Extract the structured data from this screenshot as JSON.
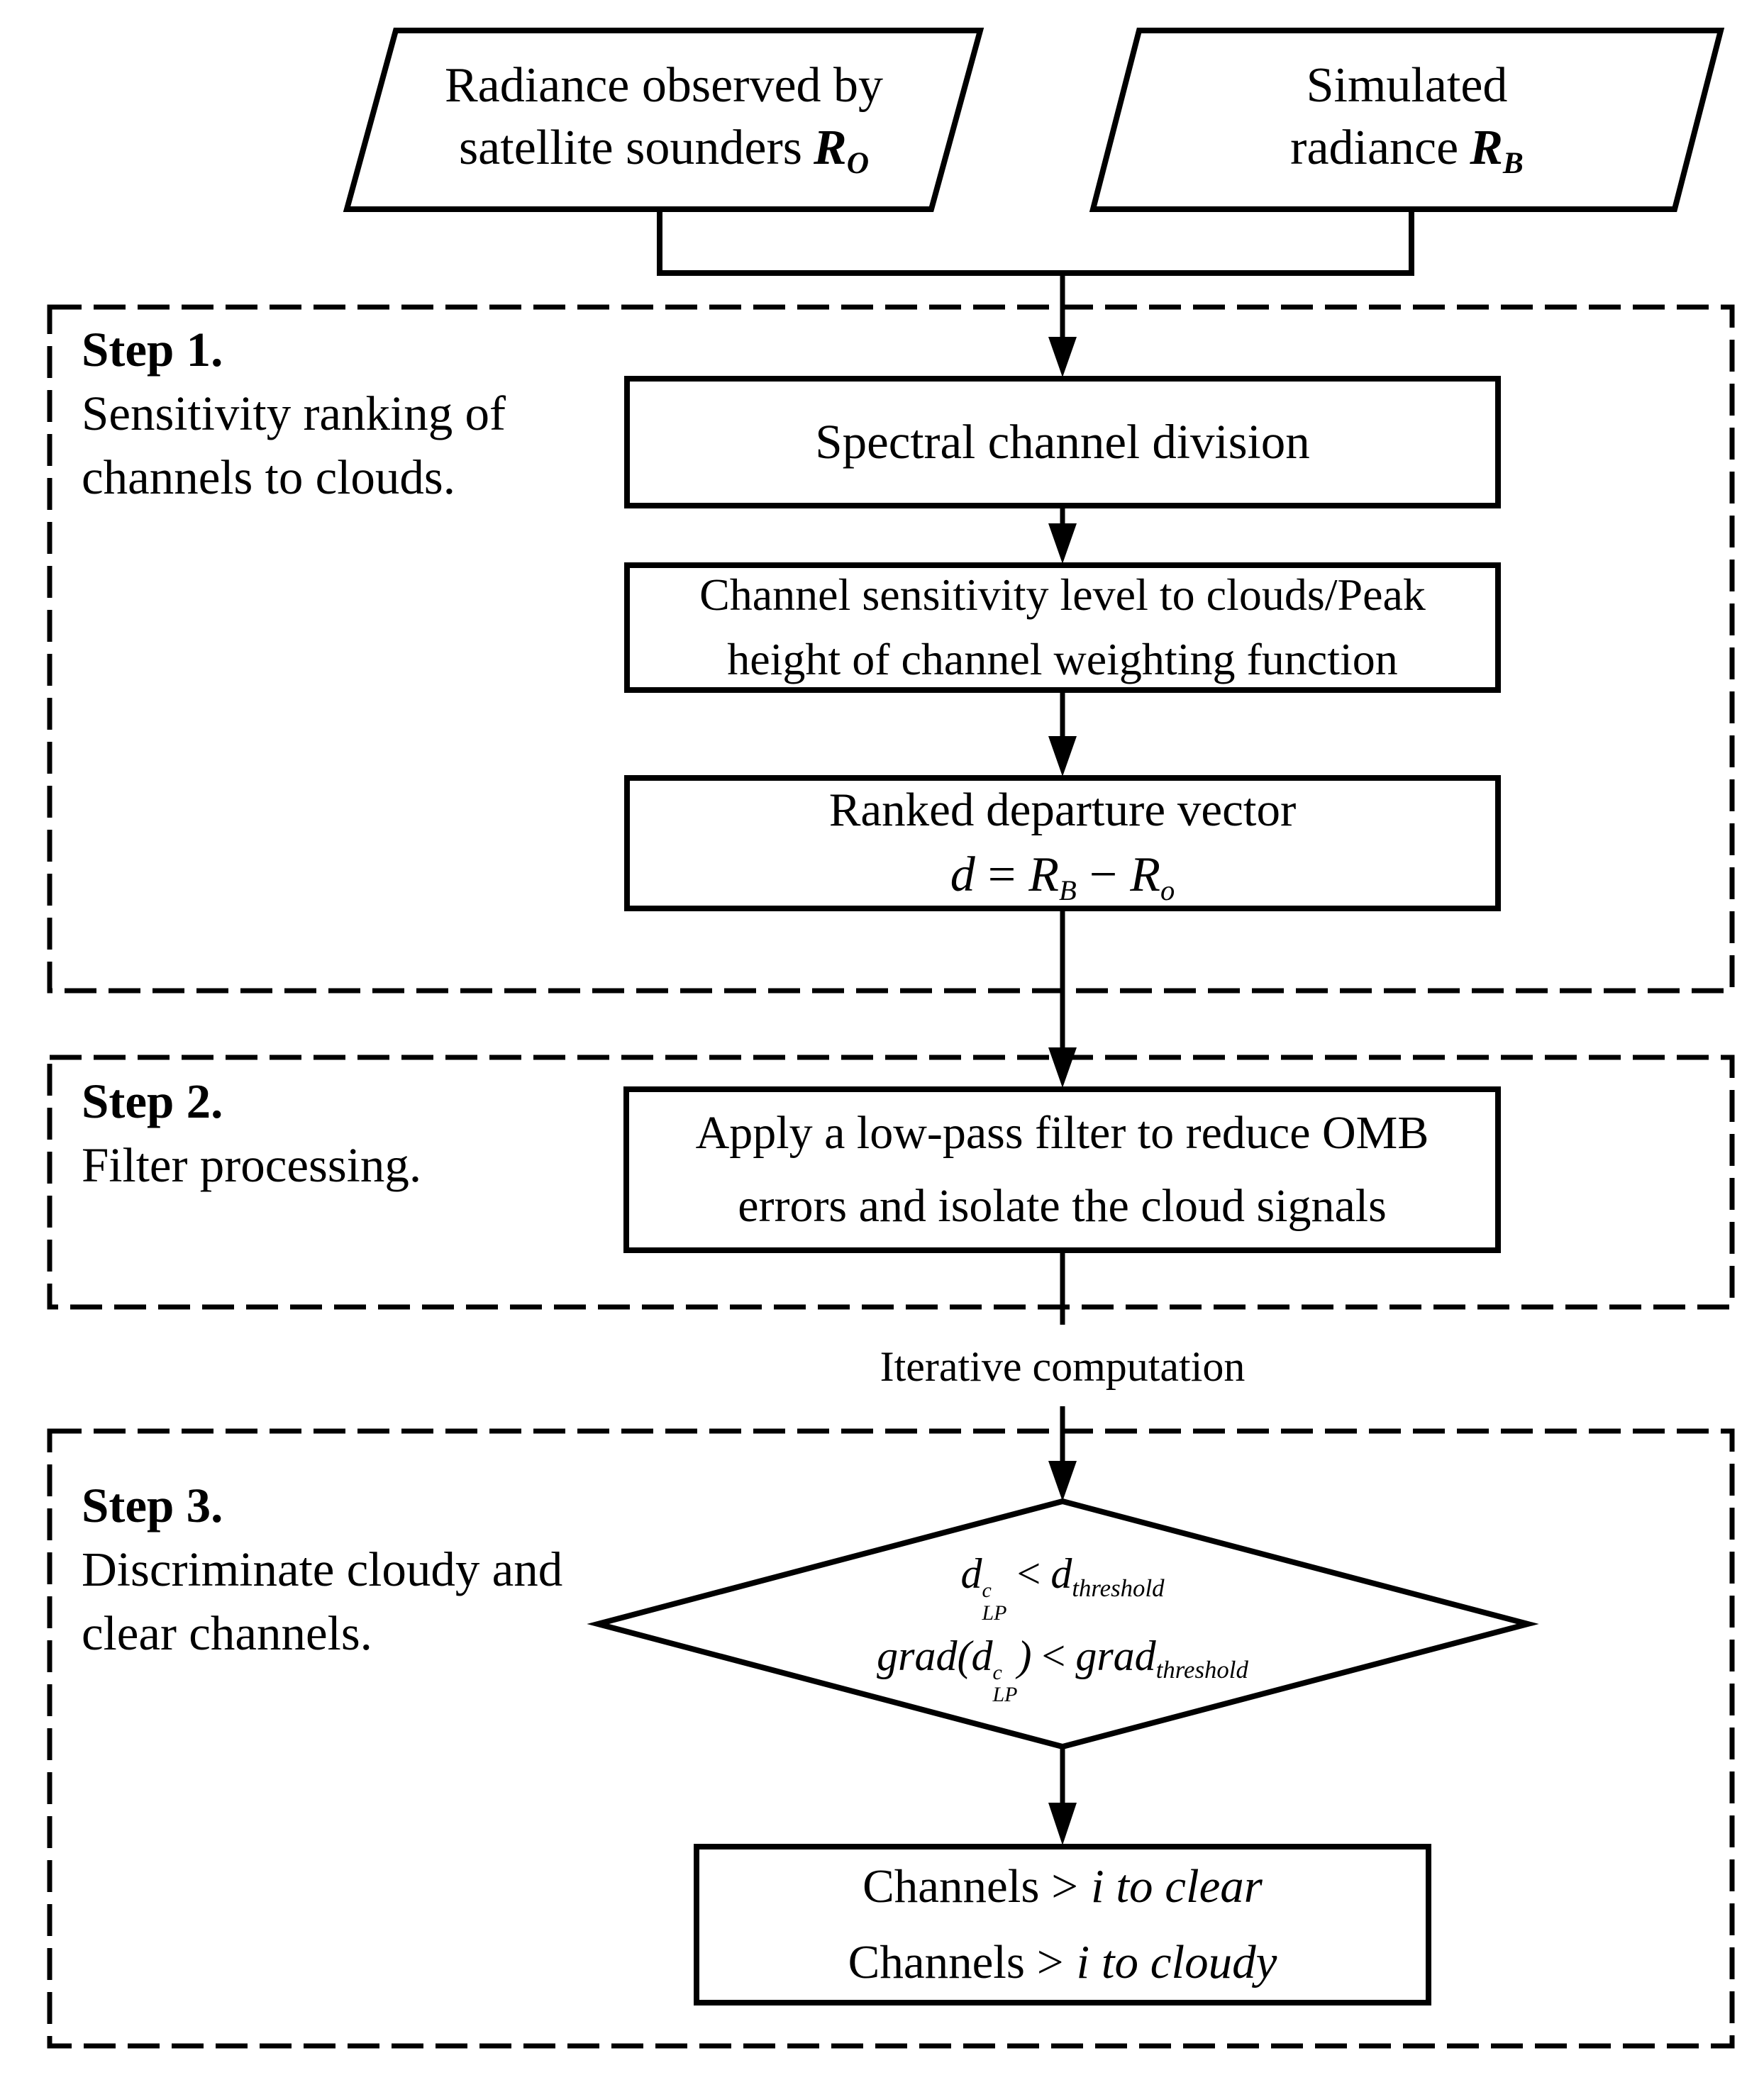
{
  "colors": {
    "ink": "#000000",
    "paper": "#ffffff"
  },
  "inputs": {
    "observed": {
      "line1": "Radiance observed by",
      "line2_text": "satellite sounders",
      "symbol": "R",
      "symbol_sub": "O"
    },
    "simulated": {
      "line1": "Simulated",
      "line2_text": "radiance",
      "symbol": "R",
      "symbol_sub": "B"
    }
  },
  "step1": {
    "title": "Step 1.",
    "desc1": "Sensitivity ranking of",
    "desc2": "channels to clouds.",
    "box_spectral": "Spectral channel division",
    "box_sensitivity_1": "Channel sensitivity level to clouds/Peak",
    "box_sensitivity_2": "height of channel weighting function",
    "box_ranked_title": "Ranked departure vector",
    "formula": {
      "d": "d",
      "eq": "=",
      "rb": "R",
      "rb_sub": "B",
      "minus": "−",
      "ro": "R",
      "ro_sub": "o"
    }
  },
  "step2": {
    "title": "Step 2.",
    "desc1": "Filter processing.",
    "box_filter_1": "Apply a low-pass filter to reduce OMB",
    "box_filter_2": "errors and isolate the cloud signals"
  },
  "between": {
    "label": "Iterative computation"
  },
  "step3": {
    "title": "Step 3.",
    "desc1": "Discriminate cloudy and",
    "desc2": "clear channels.",
    "decision": {
      "l1_base": "d",
      "l1_sup": "c",
      "l1_sub": "LP",
      "l1_op": "<",
      "l1_rhs": "d",
      "l1_rhs_sub": "threshold",
      "l2_fn": "grad(",
      "l2_base": "d",
      "l2_sup": "c",
      "l2_sub": "LP",
      "l2_close": ")",
      "l2_op": "<",
      "l2_rhs": "grad",
      "l2_rhs_sub": "threshold"
    },
    "output": {
      "l1_text": "Channels >",
      "l1_math": "i to clear",
      "l2_text": "Channels >",
      "l2_math": "i to cloudy"
    }
  }
}
